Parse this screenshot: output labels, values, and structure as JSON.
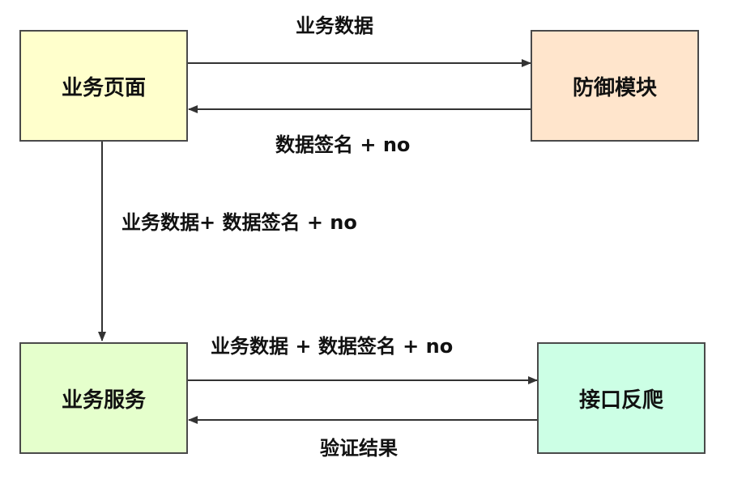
{
  "nodes": {
    "business_page": {
      "label": "业务页面",
      "color": "#ffffcc"
    },
    "defense_module": {
      "label": "防御模块",
      "color": "#ffe5cc"
    },
    "business_service": {
      "label": "业务服务",
      "color": "#e5ffcc"
    },
    "anti_crawler": {
      "label": "接口反爬",
      "color": "#ccffe5"
    }
  },
  "edges": {
    "page_to_defense": "业务数据",
    "defense_to_page": "数据签名 + no",
    "page_to_service": "业务数据+ 数据签名 + no",
    "service_to_anticrawler": "业务数据 + 数据签名 + no",
    "anticrawler_to_service": "验证结果"
  },
  "colors": {
    "border": "#4a4a4a",
    "arrow": "#333333"
  }
}
